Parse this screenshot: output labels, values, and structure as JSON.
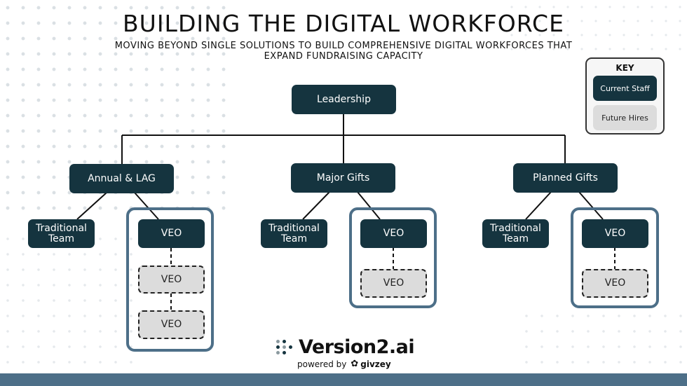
{
  "title": "BUILDING THE DIGITAL WORKFORCE",
  "subtitle": "MOVING BEYOND SINGLE SOLUTIONS TO BUILD COMPREHENSIVE DIGITAL WORKFORCES THAT EXPAND FUNDRAISING CAPACITY",
  "leadership": "Leadership",
  "departments": [
    {
      "label": "Annual & LAG",
      "traditional": "Traditional Team",
      "veo_current": "VEO",
      "veo_future": [
        "VEO",
        "VEO"
      ]
    },
    {
      "label": "Major Gifts",
      "traditional": "Traditional Team",
      "veo_current": "VEO",
      "veo_future": [
        "VEO"
      ]
    },
    {
      "label": "Planned Gifts",
      "traditional": "Traditional Team",
      "veo_current": "VEO",
      "veo_future": [
        "VEO"
      ]
    }
  ],
  "key": {
    "title": "KEY",
    "current": "Current Staff",
    "future": "Future Hires"
  },
  "colors": {
    "current_fill": "#15343f",
    "future_fill": "#dcdcdc",
    "group_border": "#4d6f88"
  },
  "logo": {
    "name": "Version2.ai",
    "powered_by": "powered by",
    "partner": "givzey"
  }
}
